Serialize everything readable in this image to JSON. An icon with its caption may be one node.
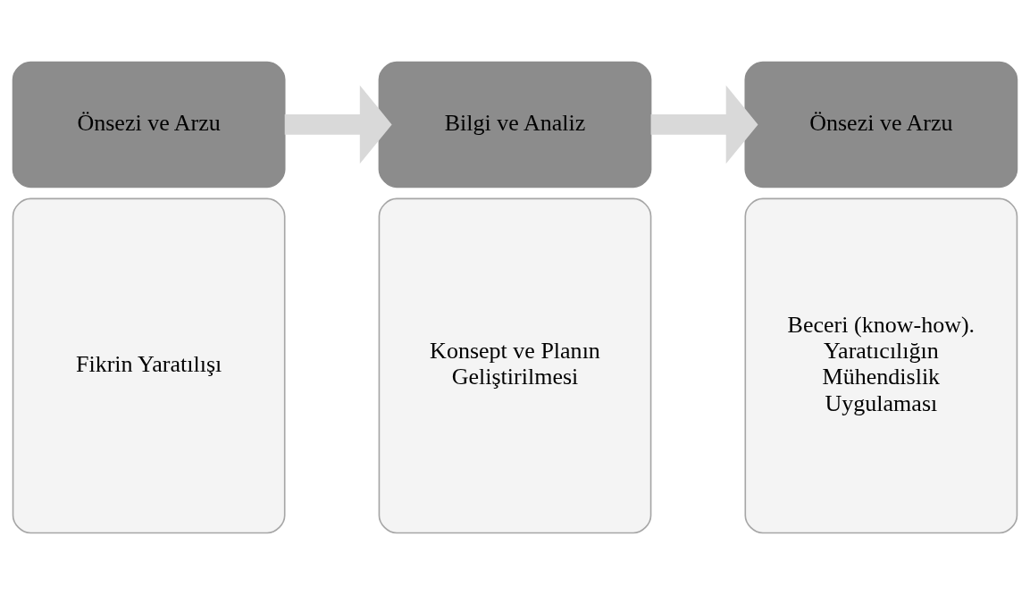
{
  "diagram": {
    "nodes": [
      {
        "text": [
          "Önsezi ve Arzu"
        ]
      },
      {
        "text": [
          "Fikrin Yaratılışı"
        ]
      },
      {
        "text": [
          "Bilgi ve Analiz"
        ]
      },
      {
        "text": [
          "Konsept ve Planın Geliştirilmesi"
        ]
      },
      {
        "text": [
          "Önsezi ve Arzu"
        ]
      },
      {
        "text": [
          "Beceri (know-how). Yaratıcılığın Mühendislik Uygulaması"
        ]
      }
    ],
    "edges": [
      {
        "from": 0,
        "to": 2,
        "arrow": "to"
      },
      {
        "from": 2,
        "to": 4,
        "arrow": "to"
      }
    ]
  }
}
